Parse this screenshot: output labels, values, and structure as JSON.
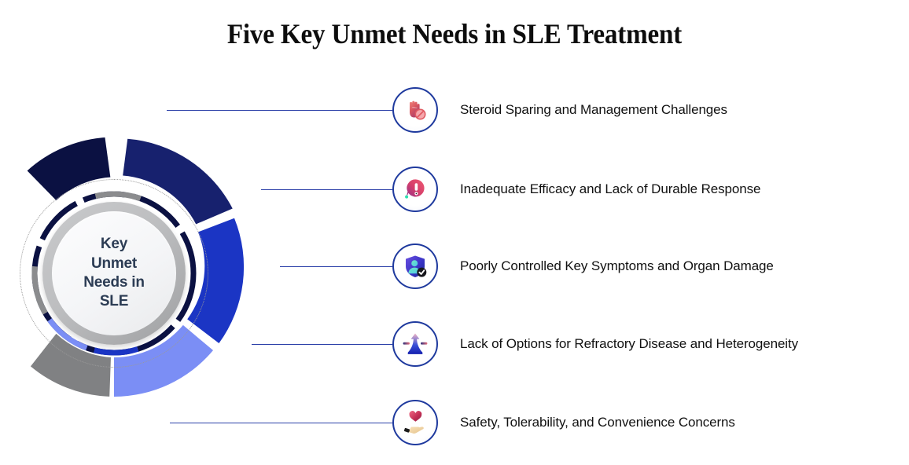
{
  "title": "Five Key Unmet Needs in SLE Treatment",
  "center": {
    "label": "Key\nUnmet\nNeeds in\nSLE"
  },
  "colors": {
    "segment_1": "#0b1142",
    "segment_2": "#17216e",
    "segment_3": "#1b35c4",
    "segment_4": "#7b8ef5",
    "segment_5": "#808183",
    "connector": "#2b3fa8",
    "icon_border": "#1f3a9e",
    "center_text": "#2c3c54",
    "label_text": "#111111",
    "title_text": "#0d0d0d"
  },
  "items": [
    {
      "index": 1,
      "label": "Steroid Sparing and Management Challenges",
      "icon": "hand-stop-prohibited-icon",
      "segment_color": "#0b1142"
    },
    {
      "index": 2,
      "label": "Inadequate Efficacy and Lack of Durable Response",
      "icon": "exclamation-alert-icon",
      "segment_color": "#17216e"
    },
    {
      "index": 3,
      "label": "Poorly Controlled Key Symptoms and Organ Damage",
      "icon": "shield-person-check-icon",
      "segment_color": "#1b35c4"
    },
    {
      "index": 4,
      "label": "Lack of Options for Refractory Disease and Heterogeneity",
      "icon": "upward-arrow-limited-options-icon",
      "segment_color": "#7b8ef5"
    },
    {
      "index": 5,
      "label": "Safety, Tolerability, and Convenience Concerns",
      "icon": "hand-holding-heart-icon",
      "segment_color": "#808183"
    }
  ],
  "chart_data": {
    "type": "pie",
    "title": "Five Key Unmet Needs in SLE Treatment",
    "categories": [
      "Steroid Sparing and Management Challenges",
      "Inadequate Efficacy and Lack of Durable Response",
      "Poorly Controlled Key Symptoms and Organ Damage",
      "Lack of Options for Refractory Disease and Heterogeneity",
      "Safety, Tolerability, and Convenience Concerns"
    ],
    "values": [
      20,
      20,
      20,
      20,
      20
    ],
    "colors": [
      "#0b1142",
      "#17216e",
      "#1b35c4",
      "#7b8ef5",
      "#808183"
    ],
    "legend": "right",
    "grid": false,
    "note": "Open donut (C-shape) spanning roughly -130deg to 130deg, five equal segments"
  }
}
